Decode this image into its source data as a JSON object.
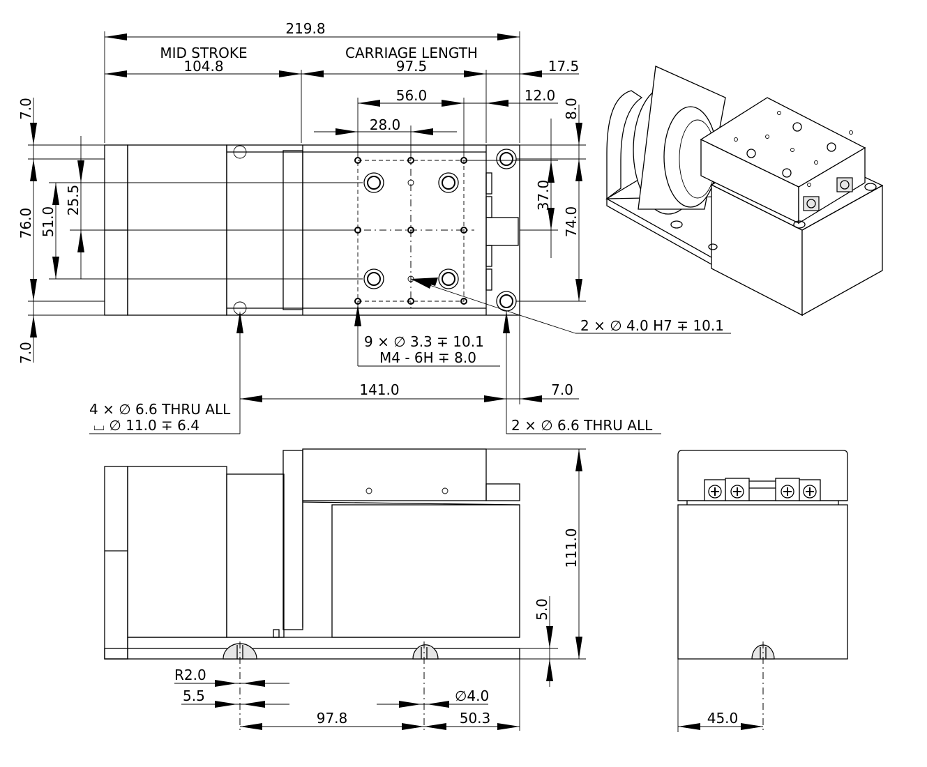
{
  "labels": {
    "total_length": "219.8",
    "mid_stroke": "MID STROKE",
    "mid_stroke_value": "104.8",
    "carriage_length": "CARRIAGE LENGTH",
    "carriage_length_value": "97.5",
    "end_offset": "17.5",
    "hole_span_56": "56.0",
    "hole_span_28": "28.0",
    "edge_12": "12.0",
    "edge_8": "8.0",
    "top_7": "7.0",
    "bottom_7": "7.0",
    "height_76": "76.0",
    "height_51": "51.0",
    "height_25_5": "25.5",
    "height_37": "37.0",
    "height_74": "74.0",
    "pin_holes": "2 × ∅ 4.0 H7 ∓ 10.1",
    "tap_holes_line1": "9 × ∅ 3.3 ∓ 10.1",
    "tap_holes_line2": "M4 - 6H  ∓ 8.0",
    "span_141": "141.0",
    "right_7": "7.0",
    "thru_holes_4_line1": "4 × ∅ 6.6 THRU ALL",
    "thru_holes_4_line2": "⌴ ∅ 11.0  ∓ 6.4",
    "thru_holes_2": "2 × ∅  6.6 THRU ALL",
    "height_111": "111.0",
    "height_5": "5.0",
    "radius_2": "R2.0",
    "width_5_5": "5.5",
    "dia_4": "∅4.0",
    "span_97_8": "97.8",
    "span_50_3": "50.3",
    "width_45": "45.0"
  }
}
